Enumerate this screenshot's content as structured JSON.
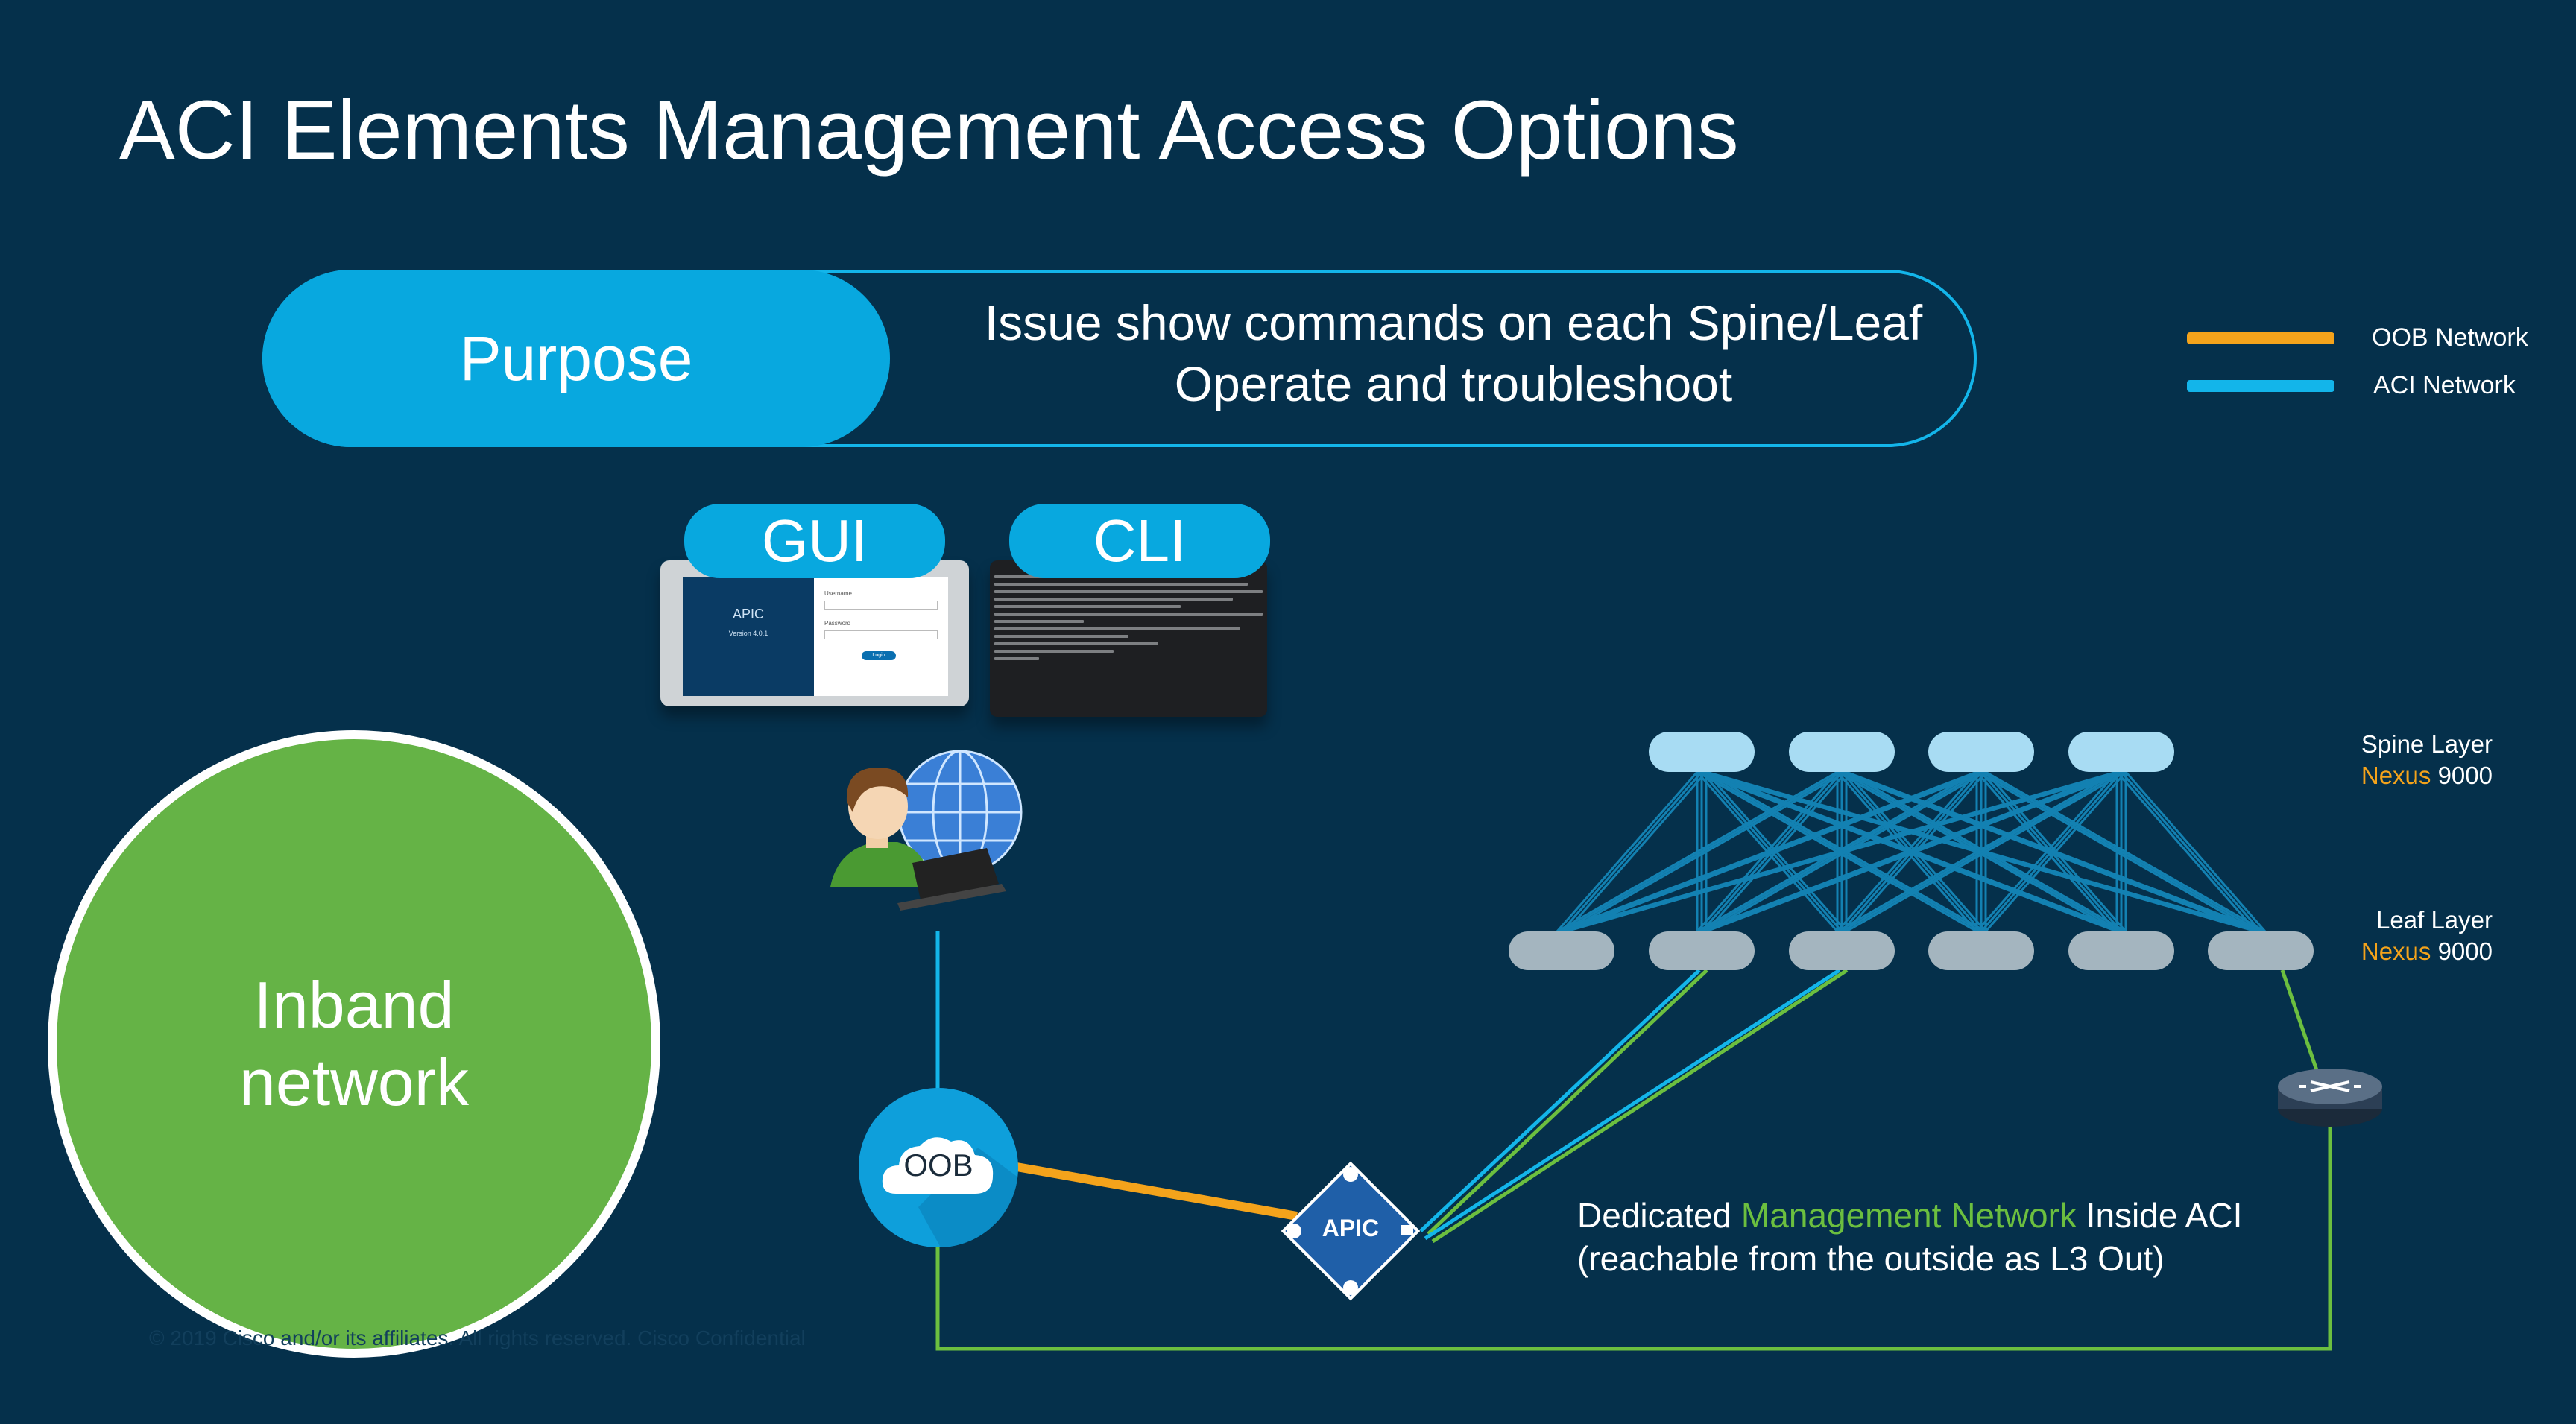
{
  "title": "ACI Elements Management Access Options",
  "purpose": {
    "label": "Purpose",
    "lines": [
      "Issue show commands on each Spine/Leaf",
      "Operate and troubleshoot"
    ]
  },
  "legend": [
    {
      "label": "OOB Network",
      "color": "#f4a31b"
    },
    {
      "label": "ACI Network",
      "color": "#13b5ea"
    }
  ],
  "access_methods": [
    {
      "label": "GUI"
    },
    {
      "label": "CLI"
    }
  ],
  "gui_screen": {
    "product": "APIC",
    "version": "Version 4.0.1",
    "fields": [
      "Username",
      "Password"
    ],
    "button": "Login"
  },
  "inband": {
    "line1": "Inband",
    "line2": "network"
  },
  "spine_layer": {
    "name": "Spine Layer",
    "brand": "Nexus",
    "model": "9000"
  },
  "leaf_layer": {
    "name": "Leaf Layer",
    "brand": "Nexus",
    "model": "9000"
  },
  "oob_label": "OOB",
  "apic_label": "APIC",
  "mgmt": {
    "prefix": "Dedicated ",
    "highlight": "Management Network",
    "suffix": " Inside ACI",
    "line2": "(reachable from the outside as L3 Out)"
  },
  "footer": "© 2019 Cisco and/or its affiliates. All rights reserved.   Cisco Confidential",
  "colors": {
    "background": "#05304b",
    "aci_blue": "#13b5ea",
    "oob_orange": "#f4a31b",
    "mgmt_green": "#6cbf3f",
    "inband_green": "#65b346"
  },
  "icons": [
    "user-with-globe-icon",
    "oob-cloud-icon",
    "apic-controller-icon",
    "router-icon"
  ]
}
